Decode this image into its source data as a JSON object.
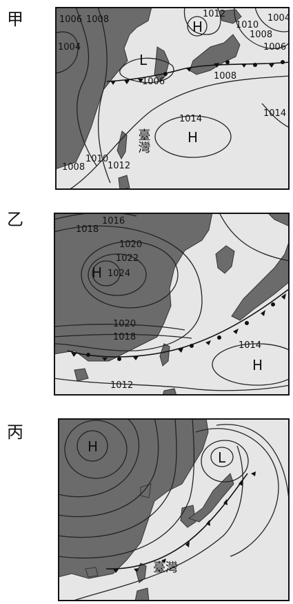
{
  "panels": [
    {
      "label": "甲",
      "pressure_labels": [
        "1006",
        "1008",
        "1004",
        "1012",
        "1010",
        "1004",
        "1008",
        "1006",
        "1006",
        "1008",
        "1014",
        "1014",
        "1008",
        "1010",
        "1012"
      ],
      "systems": [
        "H",
        "L",
        "H"
      ],
      "place": "臺灣"
    },
    {
      "label": "乙",
      "pressure_labels": [
        "1016",
        "1018",
        "1020",
        "1022",
        "1024",
        "1020",
        "1018",
        "1014",
        "1012"
      ],
      "systems": [
        "H",
        "H"
      ]
    },
    {
      "label": "丙",
      "systems": [
        "H",
        "L"
      ],
      "place": "臺灣"
    }
  ]
}
